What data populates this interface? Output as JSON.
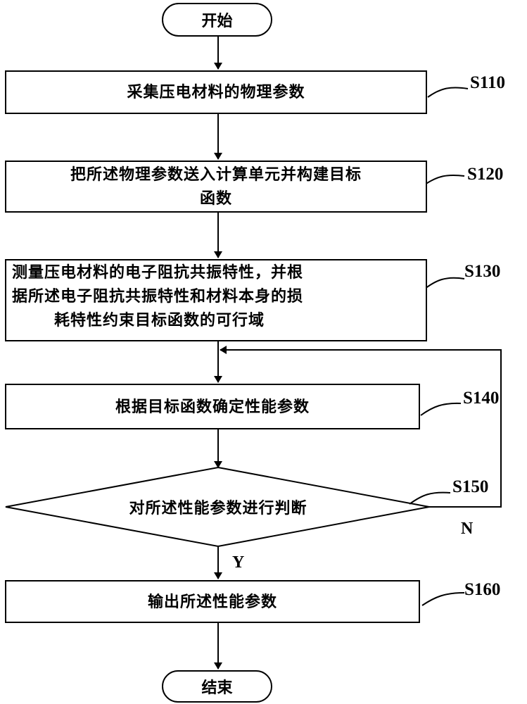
{
  "start_label": "开始",
  "end_label": "结束",
  "steps": [
    {
      "id": "S110",
      "text": "采集压电材料的物理参数"
    },
    {
      "id": "S120",
      "line1": "把所述物理参数送入计算单元并构建目标",
      "line2": "函数"
    },
    {
      "id": "S130",
      "line1": "测量压电材料的电子阻抗共振特性，并根",
      "line2": "据所述电子阻抗共振特性和材料本身的损",
      "line3": "耗特性约束目标函数的可行域"
    },
    {
      "id": "S140",
      "text": "根据目标函数确定性能参数"
    },
    {
      "id": "S150",
      "text": "对所述性能参数进行判断"
    },
    {
      "id": "S160",
      "text": "输出所述性能参数"
    }
  ],
  "branch": {
    "yes": "Y",
    "no": "N"
  }
}
